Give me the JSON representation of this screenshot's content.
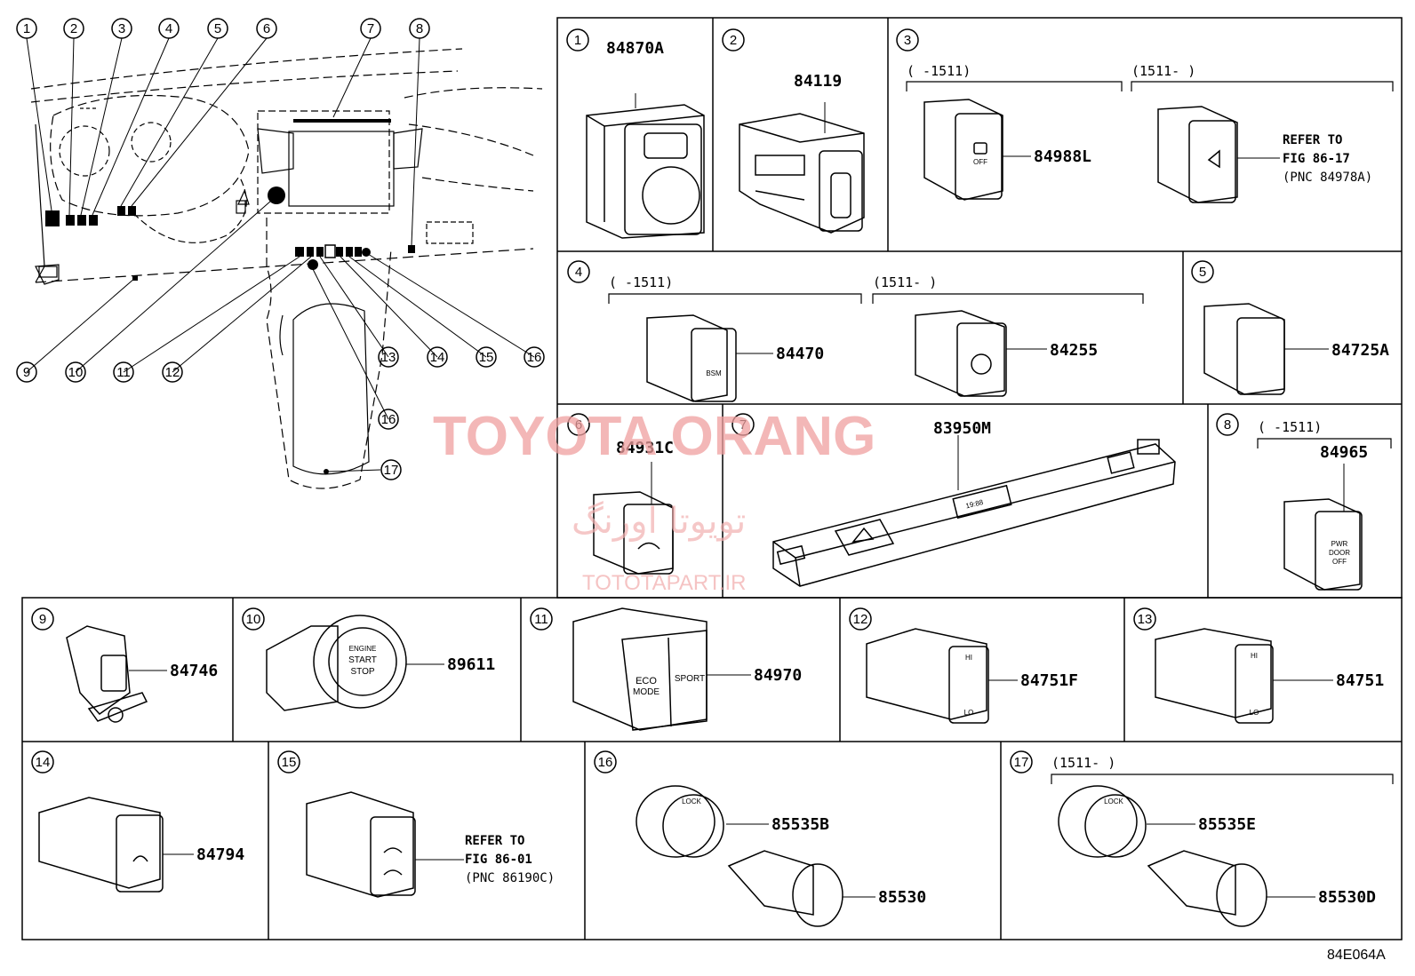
{
  "diagram_code": "84E064A",
  "watermark": {
    "title": "TOYOTA ORANG",
    "persian": "تویوتا اورنگ",
    "site": "TOTOTAPART.IR"
  },
  "callouts": [
    "1",
    "2",
    "3",
    "4",
    "5",
    "6",
    "7",
    "8",
    "9",
    "10",
    "11",
    "12",
    "13",
    "14",
    "15",
    "16",
    "16",
    "17"
  ],
  "panels": [
    {
      "no": "1",
      "parts": [
        "84870A"
      ]
    },
    {
      "no": "2",
      "parts": [
        "84119"
      ]
    },
    {
      "no": "3",
      "range_a": "(      -1511)",
      "range_b": "(1511-      )",
      "parts": [
        "84988L"
      ],
      "refer": [
        "REFER TO",
        "FIG 86-17",
        "(PNC 84978A)"
      ]
    },
    {
      "no": "4",
      "range_a": "(      -1511)",
      "range_b": "(1511-      )",
      "parts": [
        "84470",
        "84255"
      ]
    },
    {
      "no": "5",
      "parts": [
        "84725A"
      ]
    },
    {
      "no": "6",
      "parts": [
        "84931C"
      ]
    },
    {
      "no": "7",
      "parts": [
        "83950M"
      ],
      "display": "19:88"
    },
    {
      "no": "8",
      "range_a": "(      -1511)",
      "parts": [
        "84965"
      ],
      "label": [
        "PWR",
        "DOOR",
        "OFF"
      ]
    },
    {
      "no": "9",
      "parts": [
        "84746"
      ]
    },
    {
      "no": "10",
      "parts": [
        "89611"
      ],
      "label": [
        "ENGINE",
        "START",
        "STOP"
      ]
    },
    {
      "no": "11",
      "parts": [
        "84970"
      ],
      "label": [
        "ECO",
        "MODE",
        "SPORT"
      ]
    },
    {
      "no": "12",
      "parts": [
        "84751F"
      ],
      "label": [
        "HI",
        "LO"
      ]
    },
    {
      "no": "13",
      "parts": [
        "84751"
      ],
      "label": [
        "HI",
        "LO"
      ]
    },
    {
      "no": "14",
      "parts": [
        "84794"
      ]
    },
    {
      "no": "15",
      "refer": [
        "REFER TO",
        "FIG 86-01",
        "(PNC 86190C)"
      ]
    },
    {
      "no": "16",
      "parts": [
        "85535B",
        "85530"
      ]
    },
    {
      "no": "17",
      "range_a": "(1511-      )",
      "parts": [
        "85535E",
        "85530D"
      ]
    }
  ],
  "labels": {
    "bsm": "BSM",
    "off": "OFF",
    "lock": "LOCK"
  }
}
